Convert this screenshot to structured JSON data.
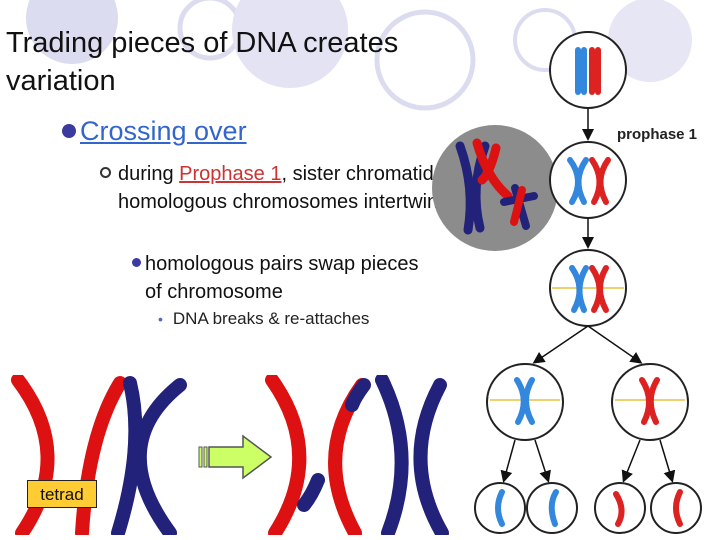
{
  "slide": {
    "title": "Trading pieces of DNA creates variation",
    "bullet1": "Crossing over",
    "bullet2_pre": "during ",
    "bullet2_link": "Prophase 1",
    "bullet2_post": ", sister chromatids of homologous chromosomes intertwine",
    "bullet3": "homologous pairs swap pieces of chromosome",
    "bullet4": "DNA breaks & re-attaches",
    "tetrad_label": "tetrad",
    "prophase_label": "prophase 1"
  },
  "icons": [
    "arrow-right-icon",
    "bullet-icon"
  ],
  "colors": {
    "maternal": "#dd1111",
    "paternal": "#22227a",
    "title_text": "#111111",
    "bullet_link": "#3366cc",
    "prophase_link": "#cc3333",
    "tetrad_bg": "#ffcc33",
    "arrow_fill": "#ccff66"
  }
}
